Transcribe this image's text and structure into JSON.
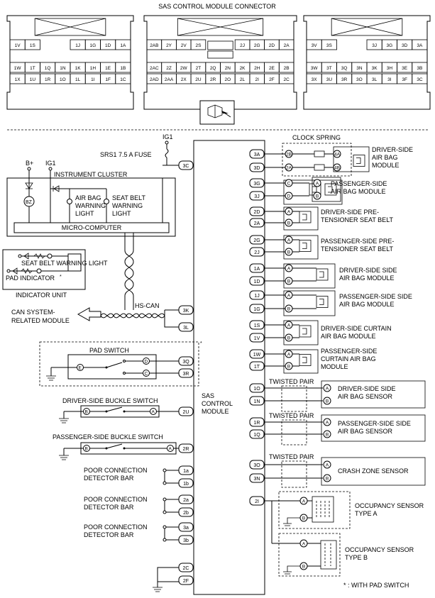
{
  "title": "SAS CONTROL MODULE CONNECTOR",
  "connectors": {
    "left": {
      "top": [
        "1V",
        "1S",
        "1J",
        "1G",
        "1D",
        "1A"
      ],
      "mid": [
        "1W",
        "1T",
        "1Q",
        "1N",
        "1K",
        "1H",
        "1E",
        "1B"
      ],
      "bot": [
        "1X",
        "1U",
        "1R",
        "1O",
        "1L",
        "1I",
        "1F",
        "1C"
      ]
    },
    "center": {
      "top": [
        "2AB",
        "2Y",
        "2V",
        "2S",
        "2J",
        "2G",
        "2D",
        "2A"
      ],
      "mid": [
        "2AC",
        "2Z",
        "2W",
        "2T",
        "2Q",
        "2N",
        "2K",
        "2H",
        "2E",
        "2B"
      ],
      "bot": [
        "2AD",
        "2AA",
        "2X",
        "2U",
        "2R",
        "2O",
        "2L",
        "2I",
        "2F",
        "2C"
      ]
    },
    "right": {
      "top": [
        "3V",
        "3S",
        "3J",
        "3G",
        "3D",
        "3A"
      ],
      "mid": [
        "3W",
        "3T",
        "3Q",
        "3N",
        "3K",
        "3H",
        "3E",
        "3B"
      ],
      "bot": [
        "3X",
        "3U",
        "3R",
        "3O",
        "3L",
        "3I",
        "3F",
        "3C"
      ]
    }
  },
  "power": {
    "ig1": "IG1",
    "bplus": "B+",
    "fuse": "SRS1 7.5 A  FUSE"
  },
  "cluster": {
    "title": "INSTRUMENT CLUSTER",
    "bz": "BZ",
    "airbag_light": [
      "AIR BAG",
      "WARNING",
      "LIGHT"
    ],
    "seatbelt_light": [
      "SEAT BELT",
      "WARNING",
      "LIGHT"
    ],
    "micro": "MICRO-COMPUTER"
  },
  "indicator_unit": {
    "seat_belt": "SEAT BELT WARNING LIGHT",
    "pad": "PAD INDICATOR",
    "title": "INDICATOR UNIT"
  },
  "can": {
    "label": "HS-CAN",
    "module": [
      "CAN SYSTEM-",
      "RELATED MODULE"
    ]
  },
  "pad_switch": {
    "title": "PAD SWITCH",
    "e": "E",
    "d": "D",
    "c": "C"
  },
  "buckles": {
    "driver": "DRIVER-SIDE BUCKLE SWITCH",
    "passenger": "PASSENGER-SIDE BUCKLE SWITCH",
    "b": "B",
    "a": "A"
  },
  "detector": [
    "POOR CONNECTION",
    "DETECTOR BAR"
  ],
  "detector_pins": [
    [
      "1a",
      "1b"
    ],
    [
      "2a",
      "2b"
    ],
    [
      "3a",
      "3b"
    ]
  ],
  "sas_module": [
    "SAS",
    "CONTROL",
    "MODULE"
  ],
  "left_pins": [
    "3C",
    "3K",
    "3L",
    "3Q",
    "3R",
    "2U",
    "2R",
    "2C",
    "2F"
  ],
  "right_pins": [
    [
      "3A",
      "3D"
    ],
    [
      "3G",
      "3J"
    ],
    [
      "2D",
      "2A"
    ],
    [
      "2G",
      "2J"
    ],
    [
      "1A",
      "1D"
    ],
    [
      "1J",
      "1G"
    ],
    [
      "1S",
      "1V"
    ],
    [
      "1W",
      "1T"
    ],
    [
      "1O",
      "1N"
    ],
    [
      "1R",
      "1Q"
    ],
    [
      "3O",
      "3N"
    ],
    [
      "2I"
    ]
  ],
  "clock_spring": "CLOCK SPRING",
  "components": {
    "driver_airbag": [
      "DRIVER-SIDE",
      "AIR BAG",
      "MODULE"
    ],
    "passenger_airbag": [
      "PASSENGER-SIDE",
      "AIR BAG MODULE"
    ],
    "driver_pretensioner": [
      "DRIVER-SIDE PRE-",
      "TENSIONER SEAT BELT"
    ],
    "passenger_pretensioner": [
      "PASSENGER-SIDE PRE-",
      "TENSIONER SEAT BELT"
    ],
    "driver_side_airbag": [
      "DRIVER-SIDE SIDE",
      "AIR BAG MODULE"
    ],
    "passenger_side_airbag": [
      "PASSENGER-SIDE SIDE",
      "AIR BAG MODULE"
    ],
    "driver_curtain": [
      "DRIVER-SIDE CURTAIN",
      "AIR BAG MODULE"
    ],
    "passenger_curtain": [
      "PASSENGER-SIDE",
      "CURTAIN AIR BAG",
      "MODULE"
    ],
    "driver_sensor": [
      "DRIVER-SIDE SIDE",
      "AIR BAG SENSOR"
    ],
    "passenger_sensor": [
      "PASSENGER-SIDE SIDE",
      "AIR BAG SENSOR"
    ],
    "crash_sensor": "CRASH ZONE SENSOR",
    "occ_a": [
      "OCCUPANCY SENSOR",
      "TYPE A"
    ],
    "occ_b": [
      "OCCUPANCY SENSOR",
      "TYPE B"
    ]
  },
  "twisted_pair": "TWISTED PAIR",
  "footnote": "* : WITH PAD SWITCH",
  "asterisk": "*",
  "pin_a": "A",
  "pin_b": "B",
  "pin_c": "C",
  "pin_d": "D",
  "pin_4a": "4A",
  "pin_4b": "4B",
  "pin_2b": "2B",
  "pin_2a": "2A"
}
